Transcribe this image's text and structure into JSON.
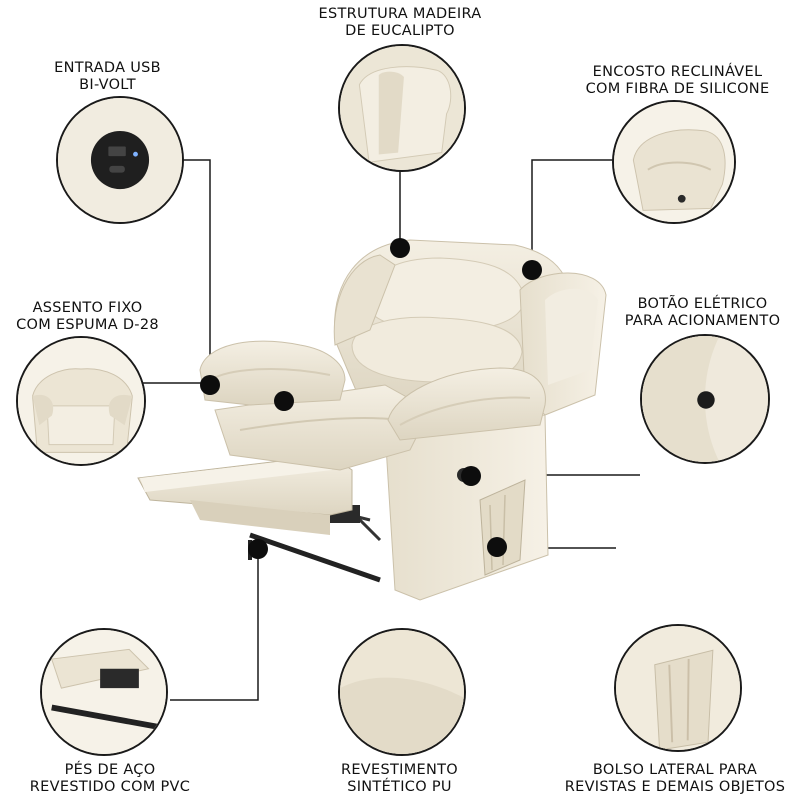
{
  "features": {
    "usb": {
      "line1": "ENTRADA USB",
      "line2": "BI-VOLT"
    },
    "frame": {
      "line1": "ESTRUTURA MADEIRA",
      "line2": "DE EUCALIPTO"
    },
    "backrest": {
      "line1": "ENCOSTO RECLINÁVEL",
      "line2": "COM FIBRA DE SILICONE"
    },
    "seat": {
      "line1": "ASSENTO FIXO",
      "line2": "COM ESPUMA D-28"
    },
    "button": {
      "line1": "BOTÃO ELÉTRICO",
      "line2": "PARA ACIONAMENTO"
    },
    "feet": {
      "line1": "PÉS DE AÇO",
      "line2": "REVESTIDO COM PVC"
    },
    "upholstery": {
      "line1": "REVESTIMENTO",
      "line2": "SINTÉTICO PU"
    },
    "pocket": {
      "line1": "BOLSO LATERAL PARA",
      "line2": "REVISTAS E DEMAIS OBJETOS"
    }
  },
  "colors": {
    "upholstery": "#efe9da",
    "shadow": "#cfc6b2",
    "outline": "#1a1a1a"
  }
}
